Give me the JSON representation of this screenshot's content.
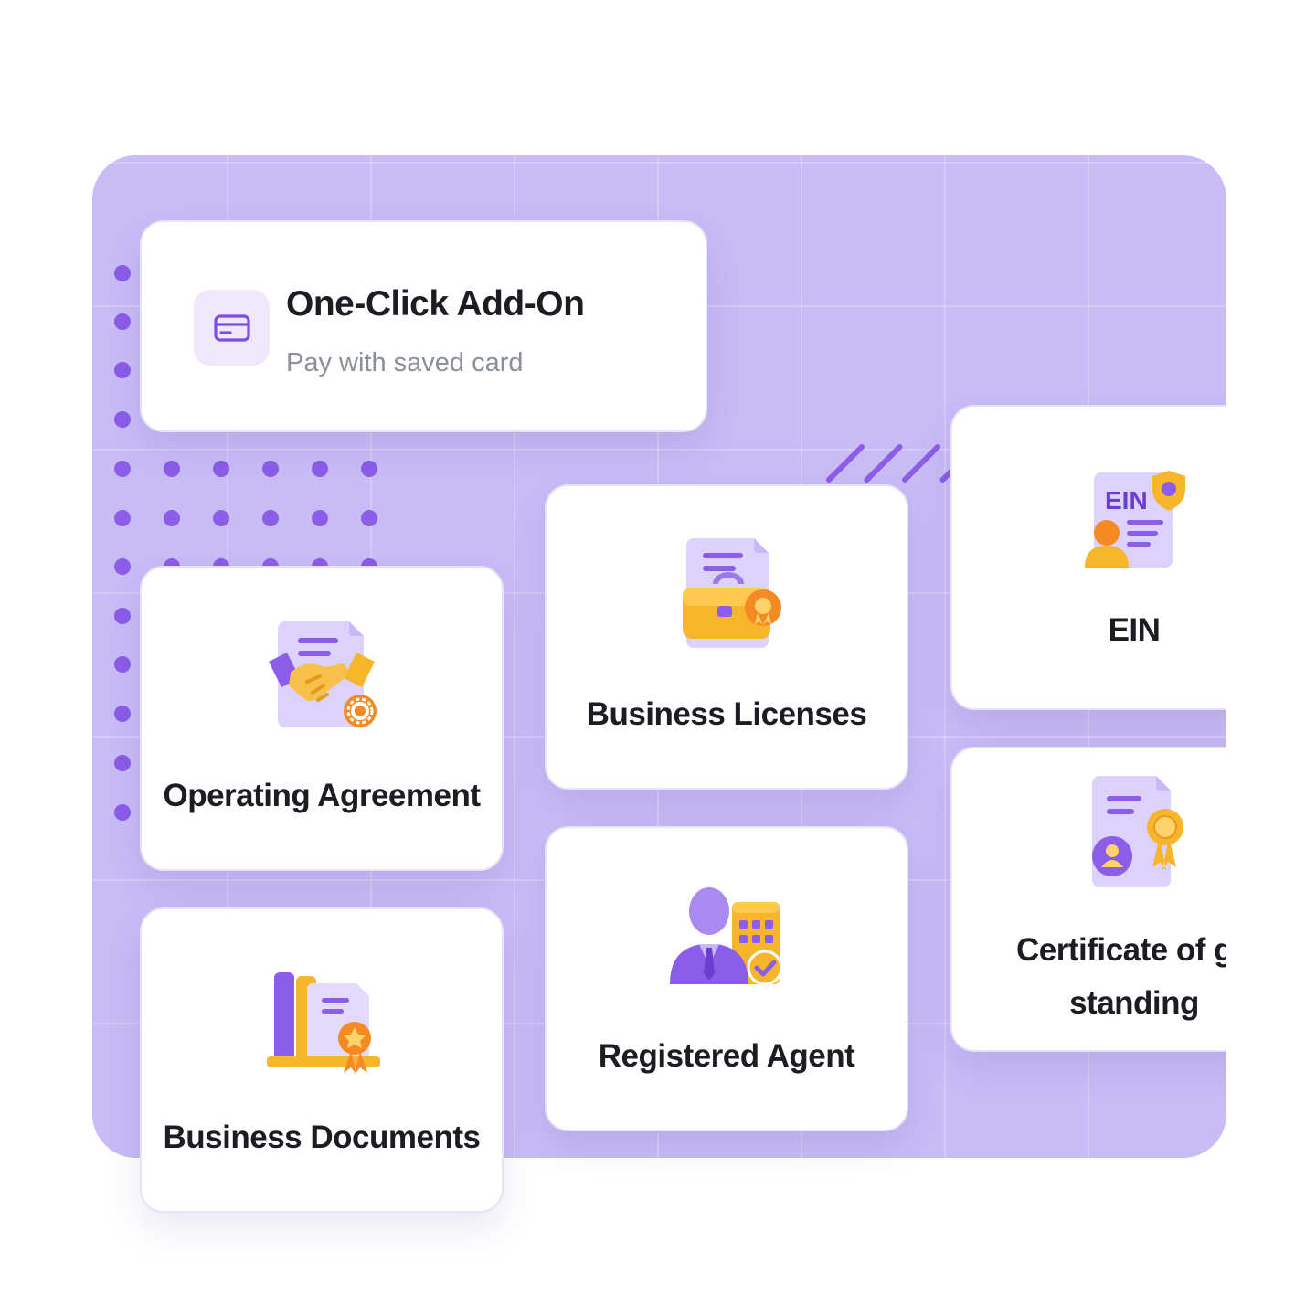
{
  "addon": {
    "title": "One-Click Add-On",
    "subtitle": "Pay with saved card",
    "icon": "credit-card-icon"
  },
  "cards": {
    "operating_agreement": {
      "label": "Operating Agreement",
      "icon": "handshake-document-icon"
    },
    "business_documents": {
      "label": "Business Documents",
      "icon": "binders-document-icon"
    },
    "business_licenses": {
      "label": "Business Licenses",
      "icon": "briefcase-document-icon"
    },
    "registered_agent": {
      "label": "Registered Agent",
      "icon": "agent-building-icon"
    },
    "ein": {
      "label": "EIN",
      "icon": "ein-document-icon",
      "badge_text": "EIN"
    },
    "certificate": {
      "label_line1": "Certificate of go",
      "label_line2": "standing",
      "icon": "certificate-ribbon-icon"
    }
  },
  "colors": {
    "panel": "#c8bbf6",
    "accent": "#8b5de8",
    "icon_purple": "#7c4fe0",
    "gold": "#f7b52c",
    "orange": "#f48a24"
  }
}
